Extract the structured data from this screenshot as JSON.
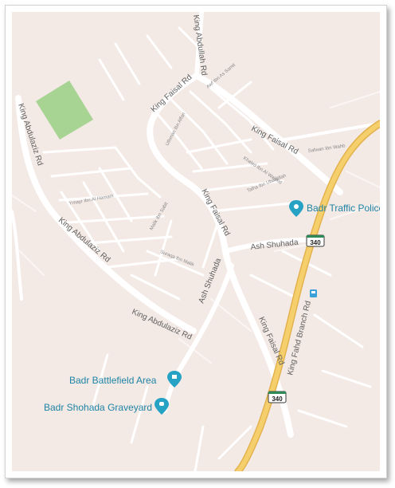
{
  "map": {
    "colors": {
      "background": "#f3e9e5",
      "road": "#ffffff",
      "highway": "#f4cf6b",
      "highway_casing": "#e3b24e",
      "park": "#9fd38a",
      "poi": "#26a2c4",
      "label": "#5f5f5f"
    },
    "roads": {
      "king_abdullah_rd": "King Abdullah Rd",
      "king_faisal_rd_north": "King Faisal Rd",
      "king_faisal_rd_east": "King Faisal Rd",
      "king_faisal_rd_center": "King Faisal Rd",
      "king_faisal_rd_south": "King Faisal Rd",
      "king_abdulaziz_rd_west": "King Abdulaziz Rd",
      "king_abdulaziz_rd_mid": "King Abdulaziz Rd",
      "king_abdulaziz_rd_south": "King Abdulaziz Rd",
      "ash_shuhada_east": "Ash Shuhada",
      "ash_shuhada_south": "Ash Shuhada",
      "king_fahd_branch_rd": "King Fahd Branch Rd"
    },
    "streets": {
      "awf_ibn_al_samit": "Awf Ibn As Samit",
      "safwan_ibn_wahb": "Safwan Ibn Wahb",
      "uthman_ibn_affan": "Uthman Ibn Affan",
      "khaled_ibn_al_waleed": "Khaled Ibn Al Waleed",
      "talha_ibn_ubaidillah": "Talha Ibn Ubaidillah",
      "ymayr_ibn_al_hamam": "Ymayr Ibn Al Hamam",
      "malik_ibn_sabit": "Malik Ibn Sabit",
      "suraqa_ibn_malik": "Suraqa Ibn Malik"
    },
    "route_shields": [
      "340",
      "340"
    ],
    "pois": [
      {
        "name": "Badr Traffic Police",
        "icon": "police-pin-icon"
      },
      {
        "name": "Badr Battlefield Area",
        "icon": "landmark-pin-icon"
      },
      {
        "name": "Badr Shohada Graveyard",
        "icon": "cemetery-pin-icon"
      }
    ],
    "transit_icon": "bus-stop-icon"
  }
}
